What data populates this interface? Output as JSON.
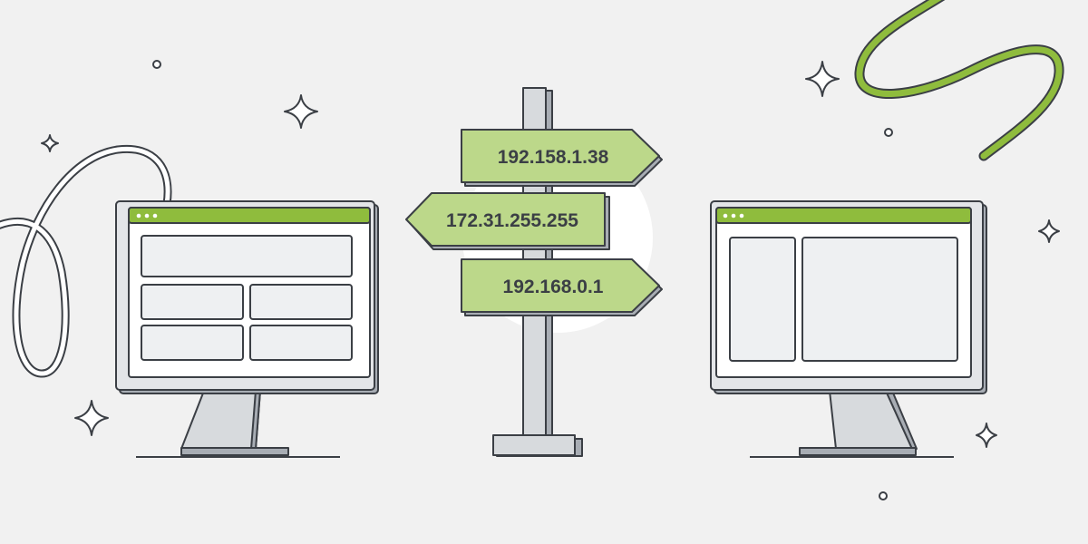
{
  "colors": {
    "background": "#f1f1f1",
    "accent_green": "#8fbc3d",
    "sign_green": "#bcd88a",
    "outline": "#3b3f45",
    "screen_bg": "#eef0f2",
    "monitor_body": "#e3e5e8",
    "shadow_gray": "#a8adb4"
  },
  "signpost": {
    "signs": [
      {
        "label": "192.158.1.38",
        "direction": "right"
      },
      {
        "label": "172.31.255.255",
        "direction": "left"
      },
      {
        "label": "192.168.0.1",
        "direction": "right"
      }
    ]
  },
  "left_monitor": {
    "layout": "header-plus-2x2-grid",
    "titlebar_dots": 3
  },
  "right_monitor": {
    "layout": "sidebar-plus-content",
    "titlebar_dots": 3
  },
  "decorations": {
    "sparkle_icons": 6,
    "circle_icons": 4,
    "cables": [
      "gray-loop",
      "green-squiggle"
    ]
  }
}
